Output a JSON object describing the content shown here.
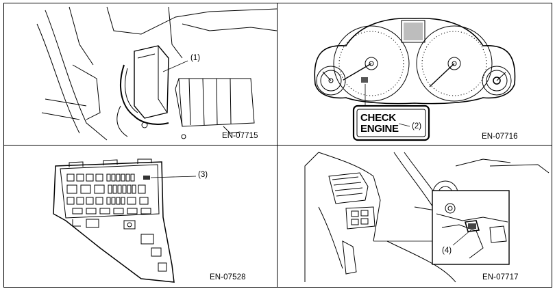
{
  "panels": [
    {
      "code": "EN-07715",
      "callout": "(1)"
    },
    {
      "code": "EN-07716",
      "callout": "(2)",
      "warning_line1": "CHECK",
      "warning_line2": "ENGINE"
    },
    {
      "code": "EN-07528",
      "callout": "(3)"
    },
    {
      "code": "EN-07717",
      "callout": "(4)"
    }
  ]
}
